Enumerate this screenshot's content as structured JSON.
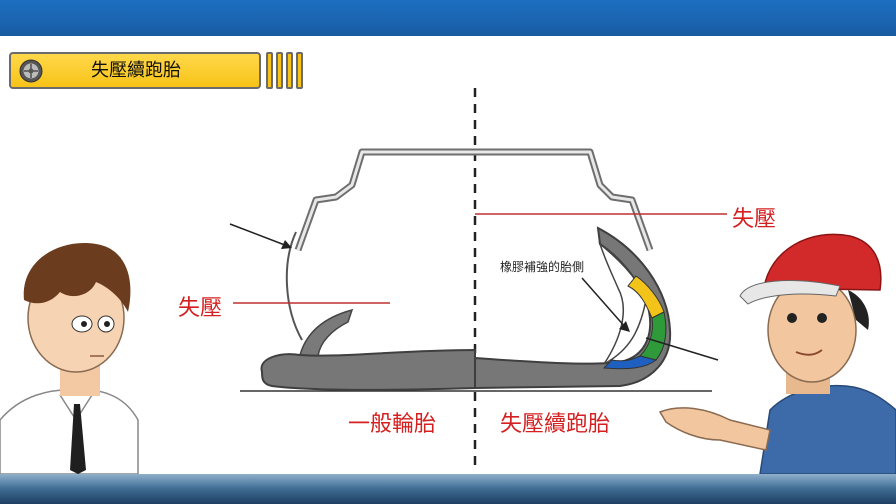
{
  "header": {
    "title": "失壓續跑胎",
    "wheel_icon": "wheel-icon"
  },
  "diagram": {
    "label_left_pressure": "失壓",
    "label_right_pressure": "失壓",
    "label_sidewall": "橡膠補強的胎側",
    "caption_left": "一般輪胎",
    "caption_right": "失壓續跑胎"
  },
  "colors": {
    "top_bar": "#1b64b0",
    "title_bar": "#f7c318",
    "label_red": "#d42020",
    "reinforce_yellow": "#f2c318",
    "reinforce_green": "#2e9a3a",
    "reinforce_blue": "#1f5fbf"
  }
}
